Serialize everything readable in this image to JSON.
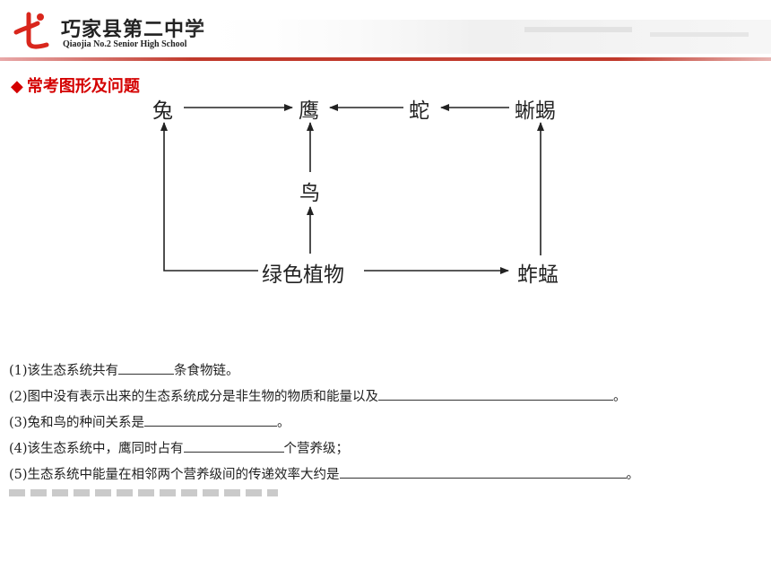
{
  "header": {
    "school_cn": "巧家县第二中学",
    "school_en": "Qiaojia No.2 Senior High School",
    "logo_icon": "school-logo-icon",
    "accent_color": "#c0392b"
  },
  "section": {
    "bullet": "◆",
    "title": "常考图形及问题"
  },
  "food_web": {
    "nodes": {
      "rabbit": "兔",
      "eagle": "鹰",
      "snake": "蛇",
      "lizard": "蜥蜴",
      "bird": "鸟",
      "plants": "绿色植物",
      "grasshopper": "蚱蜢"
    }
  },
  "questions": [
    {
      "prefix": "(1)该生态系统共有",
      "suffix": "条食物链。"
    },
    {
      "prefix": "(2)图中没有表示出来的生态系统成分是非生物的物质和能量以及",
      "suffix": "。"
    },
    {
      "prefix": "(3)兔和鸟的种间关系是",
      "suffix": "。"
    },
    {
      "prefix": "(4)该生态系统中，鹰同时占有",
      "suffix": "个营养级；"
    },
    {
      "prefix": "(5)生态系统中能量在相邻两个营养级间的传递效率大约是",
      "suffix": "。"
    }
  ]
}
